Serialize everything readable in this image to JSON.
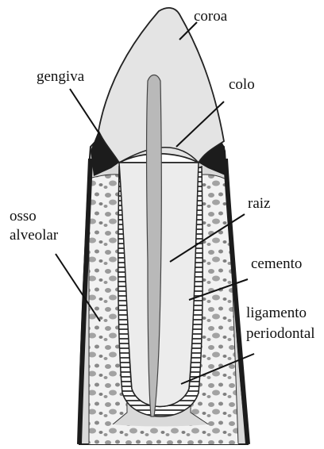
{
  "labels": {
    "coroa": "coroa",
    "gengiva": "gengiva",
    "colo": "colo",
    "osso_line1": "osso",
    "osso_line2": "alveolar",
    "raiz": "raiz",
    "cemento": "cemento",
    "ligamento_line1": "ligamento",
    "ligamento_line2": "periodontal"
  },
  "colors": {
    "background": "#ffffff",
    "enamel": "#e4e4e4",
    "root": "#ececec",
    "pulp": "#b9b9b9",
    "bone": "#f2f2f2",
    "bone_pits": "#8f8f8f",
    "gum": "#1c1c1c",
    "outline": "#222222",
    "gingiva_fill": "#d6d6d6"
  }
}
